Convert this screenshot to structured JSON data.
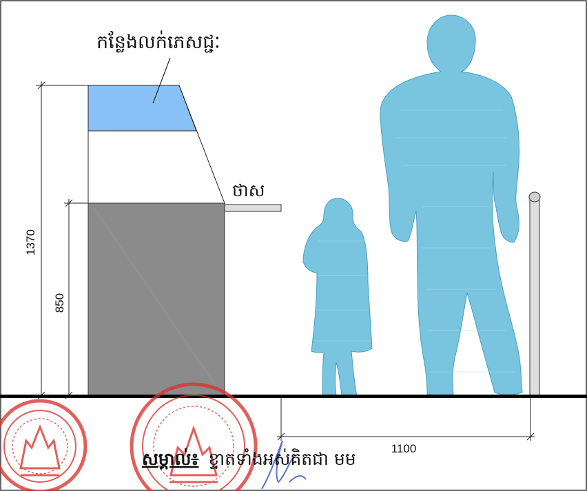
{
  "labels": {
    "display_area": "កន្លែងលក់ភេសជ្ជៈ",
    "shelf": "ថាស",
    "note_title": "សម្គាល់៖",
    "note_text": "ខ្ទាតទាំងអស់គិតជា មម"
  },
  "dimensions": {
    "total_height": "1370",
    "counter_height": "850",
    "clearance": "1100"
  },
  "colors": {
    "display_fill": "#87c1f5",
    "counter_fill": "#8b8b8b",
    "figure_fill": "#79c4de",
    "shelf_fill": "#dedede",
    "stamp_red": "#d9332f"
  }
}
